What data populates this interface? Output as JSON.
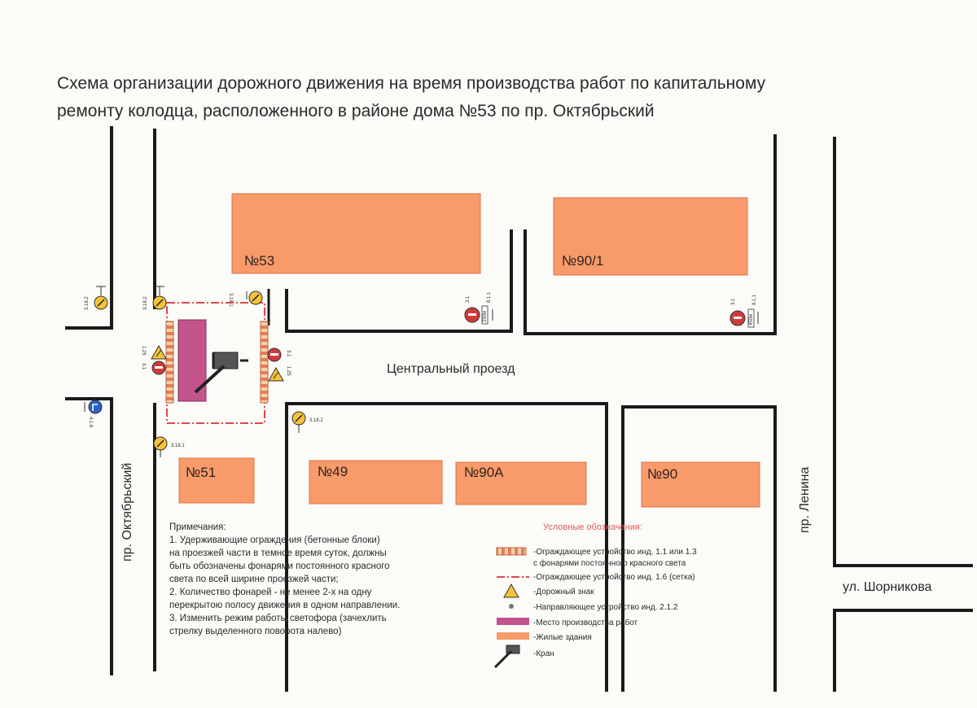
{
  "title": {
    "line1": "Схема организации дорожного движения на время производства работ по капитальному",
    "line2": "ремонту колодца, расположенного в районе дома №53 по пр. Октябрьский"
  },
  "buildings": {
    "b53": "№53",
    "b90_1": "№90/1",
    "b51": "№51",
    "b49": "№49",
    "b90a": "№90А",
    "b90": "№90"
  },
  "streets": {
    "central": "Центральный проезд",
    "oktyabrsky": "пр. Октябрьский",
    "lenina": "пр. Ленина",
    "shornikova": "ул. Шорникова"
  },
  "signs": {
    "s1": "3.18.2",
    "s2": "3.18.2",
    "s3": "3.18.1",
    "s4": "3.1",
    "s5": "8.1.1",
    "s5b": "250м",
    "s6": "3.1",
    "s7": "8.1.1",
    "s7b": "450м",
    "s8": "1.25",
    "s9": "3.1",
    "s10": "1.25",
    "s11": "3.1",
    "s12": "3.18.2",
    "s13": "3.18.1",
    "s14": "4.1.6"
  },
  "notes": {
    "head": "Примечания:",
    "lines": [
      "1. Удерживающие ограждения (бетонные блоки)",
      "на проезжей части в темное время суток, должны",
      "быть обозначены фонарями постоянного красного",
      "света по всей ширине проезжей части;",
      "2. Количество фонарей - не менее 2-х на одну",
      "перекрытою полосу движения в одном направлении.",
      "3. Изменить режим работы светофора (зачехлить",
      "стрелку выделенного поворота налево)"
    ]
  },
  "legend": {
    "title": "Условные обозначения:",
    "items": [
      "-Ограждающее устройство инд. 1.1 или 1.3",
      "с фонарями постоянного красного света",
      "-Ограждающее устройство инд. 1.6 (сетка)",
      "-Дорожный знак",
      "-Направляющее устройство инд. 2.1.2",
      "-Место производства работ",
      "-Жилые здания",
      "-Кран"
    ]
  },
  "colors": {
    "building": "#f89a6a",
    "work_zone": "#c4548c",
    "fence": "#e04848",
    "sign": "#f5c23a",
    "road_line": "#1a1a1a",
    "legend_title": "#e05a5a"
  }
}
